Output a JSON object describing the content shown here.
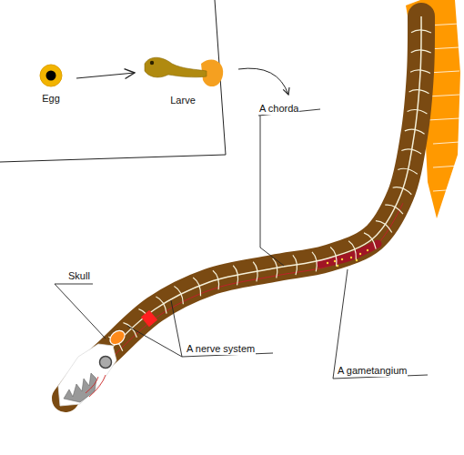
{
  "diagram": {
    "nodes": [
      {
        "text": [
          "Egg"
        ]
      },
      {
        "text": [
          "Larve"
        ]
      }
    ],
    "edges": [
      {
        "from": 0,
        "to": 1,
        "arrow": "to"
      }
    ],
    "labels": [
      "A chorda",
      "Skull",
      "A nerve system",
      "A gametangium"
    ]
  }
}
